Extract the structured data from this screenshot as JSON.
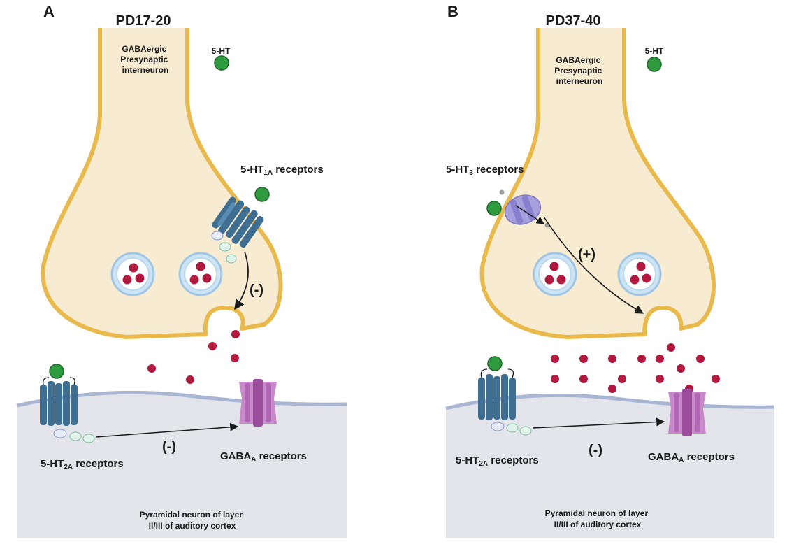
{
  "panels": [
    {
      "letter": "A",
      "title": "PD17-20",
      "presynaptic": [
        "GABAergic",
        "Presynaptic",
        "interneuron"
      ],
      "ligand": "5-HT",
      "pre_receptor": {
        "prefix": "5-HT",
        "sub": "1A",
        "suffix": " receptors"
      },
      "pre_effect": "(-)",
      "post_receptor": {
        "prefix": "5-HT",
        "sub": "2A",
        "suffix": " receptors"
      },
      "post_effect": "(-)",
      "gaba_receptor": {
        "prefix": "GABA",
        "sub": "A",
        "suffix": " receptors"
      },
      "postsynaptic": [
        "Pyramidal neuron of  layer",
        "II/III of auditory cortex"
      ]
    },
    {
      "letter": "B",
      "title": "PD37-40",
      "presynaptic": [
        "GABAergic",
        "Presynaptic",
        "interneuron"
      ],
      "ligand": "5-HT",
      "pre_receptor": {
        "prefix": "5-HT",
        "sub": "3",
        "suffix": " receptors"
      },
      "pre_effect": "(+)",
      "post_receptor": {
        "prefix": "5-HT",
        "sub": "2A",
        "suffix": " receptors"
      },
      "post_effect": "(-)",
      "gaba_receptor": {
        "prefix": "GABA",
        "sub": "A",
        "suffix": " receptors"
      },
      "postsynaptic": [
        "Pyramidal neuron of  layer",
        "II/III of auditory cortex"
      ]
    }
  ],
  "colors": {
    "terminal_fill": "#f7ecd2",
    "terminal_stroke": "#eab94b",
    "cell_fill": "#e3e5ea",
    "membrane": "#a8b6d4",
    "serotonin": "#2e9a3e",
    "gaba": "#b3183f",
    "gpcr": "#3e6f92",
    "gaba_receptor": "#b267b4",
    "ht3_receptor": "#a59fdb",
    "vesicle": "#cde4f4"
  }
}
